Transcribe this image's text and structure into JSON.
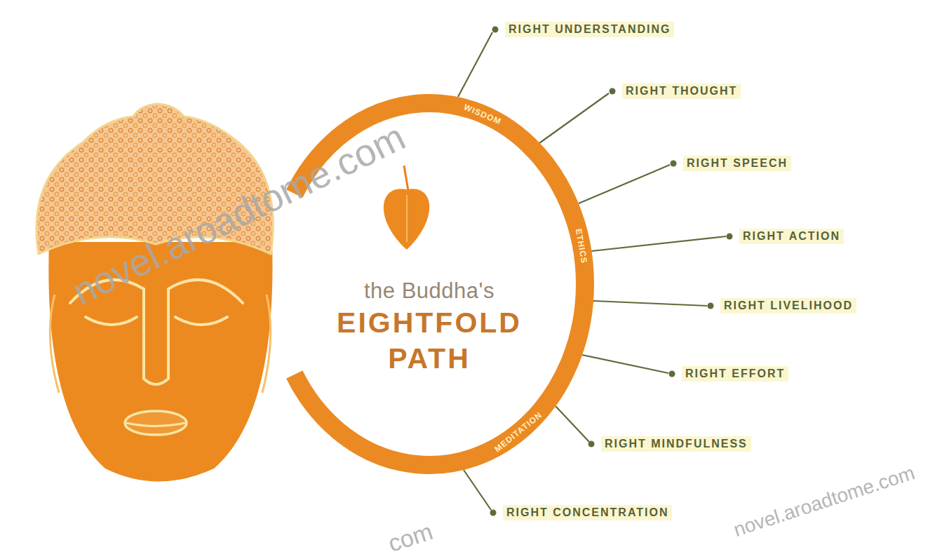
{
  "diagram": {
    "nodes": [
      {
        "text": [
          "the Buddha's",
          "EIGHTFOLD PATH"
        ]
      }
    ],
    "labels": [
      "RIGHT UNDERSTANDING",
      "RIGHT THOUGHT",
      "RIGHT SPEECH",
      "RIGHT ACTION",
      "RIGHT LIVELIHOOD",
      "RIGHT EFFORT",
      "RIGHT MINDFULNESS",
      "RIGHT CONCENTRATION",
      "WISDOM",
      "ETHICS",
      "MEDITATION",
      "novel.aroadtome.com",
      "novel.aroadtome.com",
      "com"
    ]
  }
}
